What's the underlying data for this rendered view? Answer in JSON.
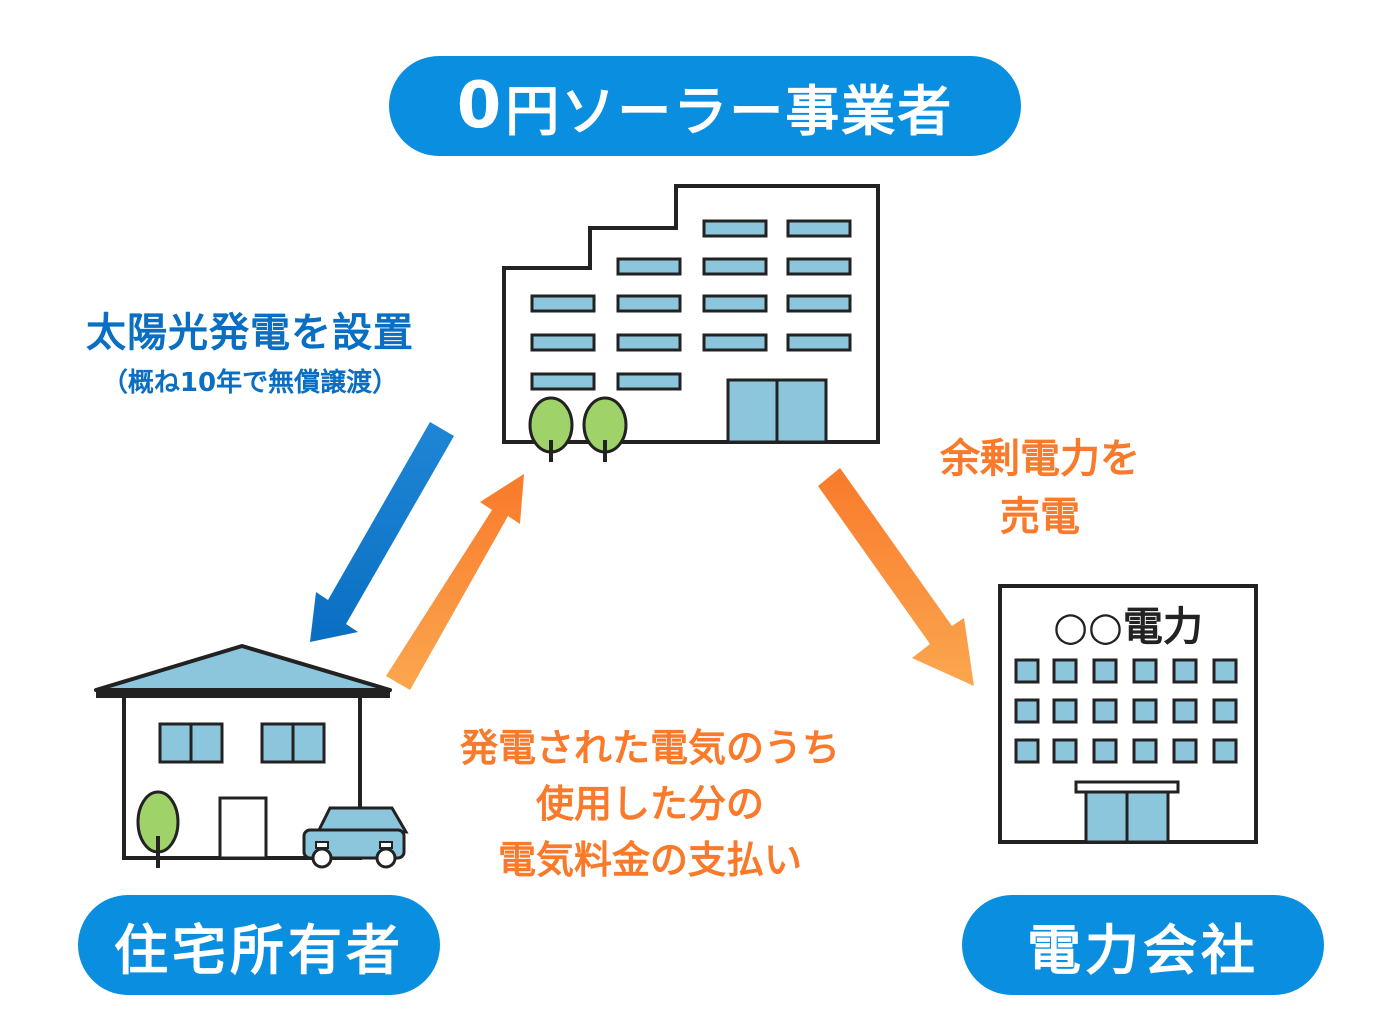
{
  "labels": {
    "top_zero": "0",
    "top_rest": "円ソーラー事業者",
    "left": "住宅所有者",
    "right": "電力会社"
  },
  "install": {
    "title": "太陽光発電を設置",
    "sub": "（概ね10年で無償譲渡）"
  },
  "sell": {
    "line1": "余剰電力を",
    "line2": "売電"
  },
  "pay": {
    "line1": "発電された電気のうち",
    "line2": "使用した分の",
    "line3": "電気料金の支払い"
  },
  "power_company_sign": "○○電力",
  "colors": {
    "pill_blue": "#0a8ee0",
    "text_blue": "#0a6fc2",
    "accent_orange": "#f97a2b",
    "window_blue": "#8cc6dd",
    "tree_green": "#9fd36a"
  }
}
